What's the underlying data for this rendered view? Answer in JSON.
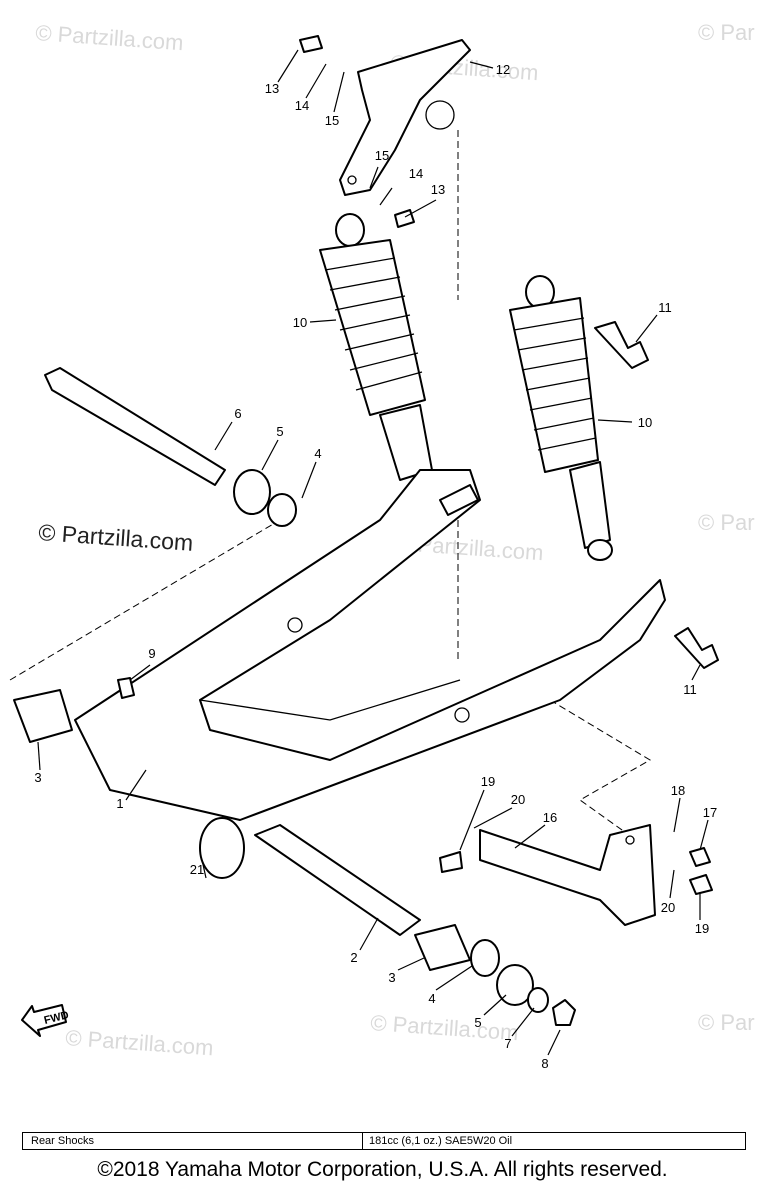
{
  "watermarks": {
    "main": "© Partzilla.com",
    "faint": "© Partzilla.com",
    "edge": "© Par"
  },
  "callouts": [
    "13",
    "14",
    "15",
    "12",
    "15",
    "14",
    "13",
    "11",
    "10",
    "10",
    "6",
    "5",
    "4",
    "9",
    "3",
    "1",
    "21",
    "2",
    "3",
    "4",
    "5",
    "7",
    "8",
    "19",
    "20",
    "16",
    "18",
    "17",
    "20",
    "19",
    "11"
  ],
  "fwd_label": "FWD",
  "spec_table": {
    "item": "Rear Shocks",
    "value": "181cc (6,1 oz.) SAE5W20 Oil"
  },
  "copyright": "©2018  Yamaha Motor Corporation, U.S.A. All rights reserved."
}
